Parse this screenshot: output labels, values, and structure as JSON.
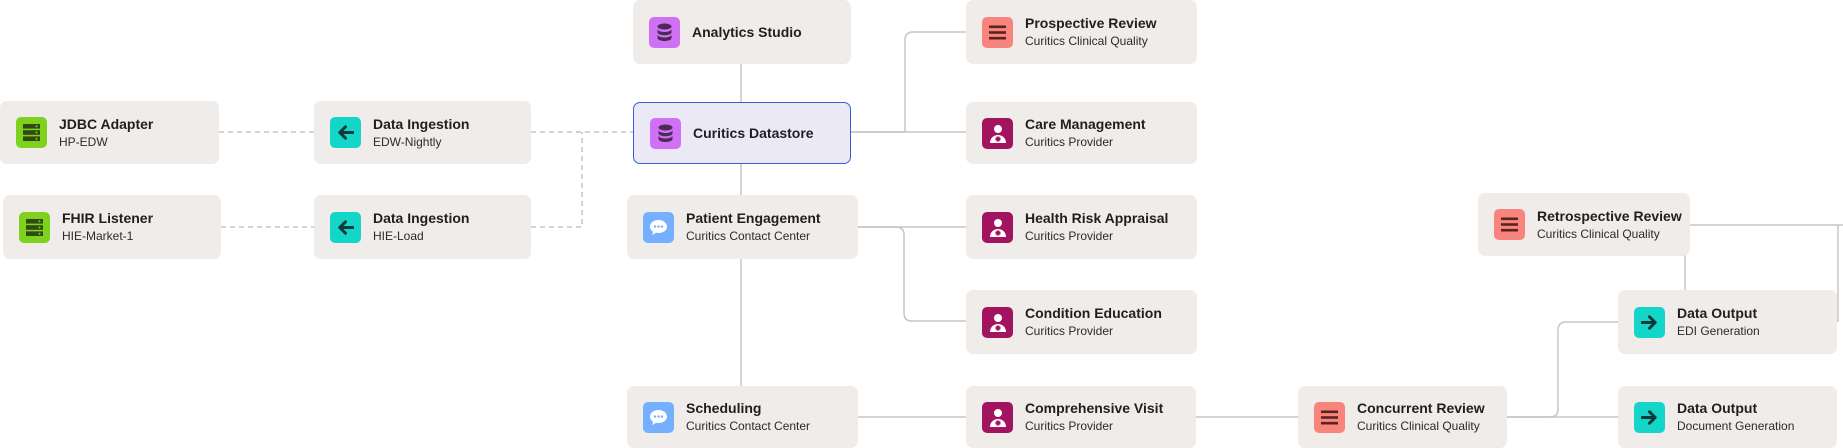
{
  "colors": {
    "connector": "#c6c6c6",
    "selected_border": "#2f5fd8",
    "node_bg": "#efecea",
    "database": "#cf70f5",
    "list": "#f8847d",
    "provider": "#a2145f",
    "server": "#7ed21d",
    "arrow": "#13d6c9",
    "chat": "#74b0ff"
  },
  "nodes": {
    "analytics_studio": {
      "title": "Analytics Studio",
      "icon": "database-icon"
    },
    "curitics_datastore": {
      "title": "Curitics Datastore",
      "icon": "database-icon",
      "selected": true
    },
    "prospective_review": {
      "title": "Prospective Review",
      "subtitle": "Curitics Clinical Quality",
      "icon": "list-icon"
    },
    "care_management": {
      "title": "Care Management",
      "subtitle": "Curitics Provider",
      "icon": "provider-icon"
    },
    "jdbc_adapter": {
      "title": "JDBC Adapter",
      "subtitle": "HP-EDW",
      "icon": "server-icon"
    },
    "ingest_edw": {
      "title": "Data Ingestion",
      "subtitle": "EDW-Nightly",
      "icon": "arrow-left-icon"
    },
    "fhir_listener": {
      "title": "FHIR Listener",
      "subtitle": "HIE-Market-1",
      "icon": "server-icon"
    },
    "ingest_hie": {
      "title": "Data Ingestion",
      "subtitle": "HIE-Load",
      "icon": "arrow-left-icon"
    },
    "patient_engagement": {
      "title": "Patient Engagement",
      "subtitle": "Curitics Contact Center",
      "icon": "chat-icon"
    },
    "health_risk": {
      "title": "Health Risk Appraisal",
      "subtitle": "Curitics Provider",
      "icon": "provider-icon"
    },
    "condition_education": {
      "title": "Condition Education",
      "subtitle": "Curitics Provider",
      "icon": "provider-icon"
    },
    "retrospective_review": {
      "title": "Retrospective Review",
      "subtitle": "Curitics Clinical Quality",
      "icon": "list-icon"
    },
    "output_edi": {
      "title": "Data Output",
      "subtitle": "EDI Generation",
      "icon": "arrow-right-icon"
    },
    "scheduling": {
      "title": "Scheduling",
      "subtitle": "Curitics Contact Center",
      "icon": "chat-icon"
    },
    "comprehensive_visit": {
      "title": "Comprehensive Visit",
      "subtitle": "Curitics Provider",
      "icon": "provider-icon"
    },
    "concurrent_review": {
      "title": "Concurrent Review",
      "subtitle": "Curitics Clinical Quality",
      "icon": "list-icon"
    },
    "output_document": {
      "title": "Data Output",
      "subtitle": "Document Generation",
      "icon": "arrow-right-icon"
    }
  }
}
